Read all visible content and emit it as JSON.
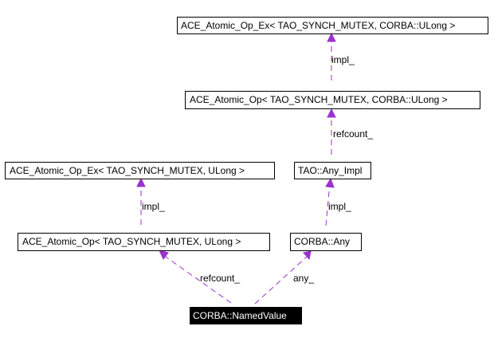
{
  "nodes": {
    "ex_ulong_corba": "ACE_Atomic_Op_Ex< TAO_SYNCH_MUTEX, CORBA::ULong >",
    "op_ulong_corba": "ACE_Atomic_Op< TAO_SYNCH_MUTEX, CORBA::ULong >",
    "ex_ulong": "ACE_Atomic_Op_Ex< TAO_SYNCH_MUTEX, ULong >",
    "any_impl": "TAO::Any_Impl",
    "op_ulong": "ACE_Atomic_Op< TAO_SYNCH_MUTEX, ULong >",
    "corba_any": "CORBA::Any",
    "named_value": "CORBA::NamedValue"
  },
  "edges": {
    "impl_top": "impl_",
    "refcount_top": "refcount_",
    "impl_left": "impl_",
    "impl_right": "impl_",
    "refcount_bottom": "refcount_",
    "any_bottom": "any_"
  },
  "colors": {
    "edge": "#9a32cd",
    "focus_fill": "#000000",
    "focus_text": "#ffffff",
    "node_border": "#000000"
  }
}
